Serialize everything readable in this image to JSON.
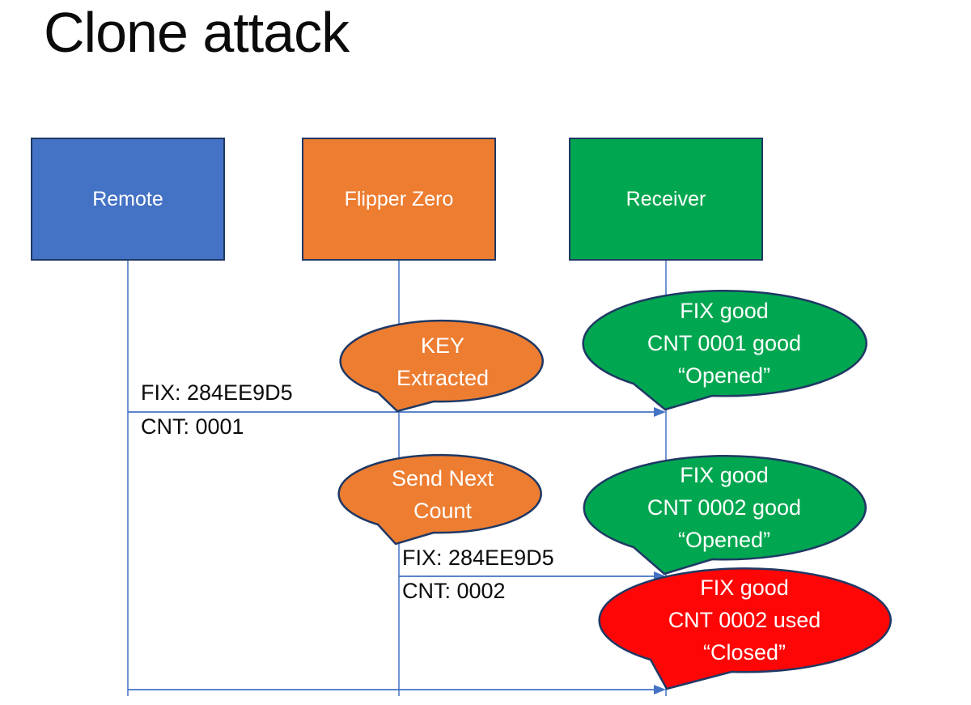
{
  "title": "Clone attack",
  "colors": {
    "blue": "#4472C4",
    "orange": "#ED7D31",
    "green": "#00A750",
    "red": "#FE0606",
    "outline": "#1F3864",
    "line": "#4472C4",
    "text-dark": "#0B0B0B",
    "text-light": "#FFFFFF",
    "bg": "#FFFFFF"
  },
  "actors": [
    {
      "id": "remote",
      "label": "Remote",
      "color": "#4472C4"
    },
    {
      "id": "flipper-zero",
      "label": "Flipper Zero",
      "color": "#ED7D31"
    },
    {
      "id": "receiver",
      "label": "Receiver",
      "color": "#00A750"
    }
  ],
  "messages": [
    {
      "from": "remote",
      "to": "receiver",
      "label_above": "FIX: 284EE9D5",
      "label_below": "CNT: 0001"
    },
    {
      "from": "flipper-zero",
      "to": "receiver",
      "label_above": "FIX: 284EE9D5",
      "label_below": "CNT: 0002"
    },
    {
      "from": "remote",
      "to": "receiver"
    }
  ],
  "callouts": [
    {
      "id": "key-extracted",
      "color": "#ED7D31",
      "attached_to": "flipper-zero",
      "lines": [
        "KEY",
        "Extracted"
      ]
    },
    {
      "id": "opened-first",
      "color": "#00A750",
      "attached_to": "receiver",
      "lines": [
        "FIX good",
        "CNT 0001 good",
        "“Opened”"
      ]
    },
    {
      "id": "send-next-count",
      "color": "#ED7D31",
      "attached_to": "flipper-zero",
      "lines": [
        "Send Next",
        "Count"
      ]
    },
    {
      "id": "opened-second",
      "color": "#00A750",
      "attached_to": "receiver",
      "lines": [
        "FIX good",
        "CNT 0002 good",
        "“Opened”"
      ]
    },
    {
      "id": "closed",
      "color": "#FE0606",
      "attached_to": "receiver",
      "lines": [
        "FIX good",
        "CNT 0002 used",
        "“Closed”"
      ]
    }
  ]
}
